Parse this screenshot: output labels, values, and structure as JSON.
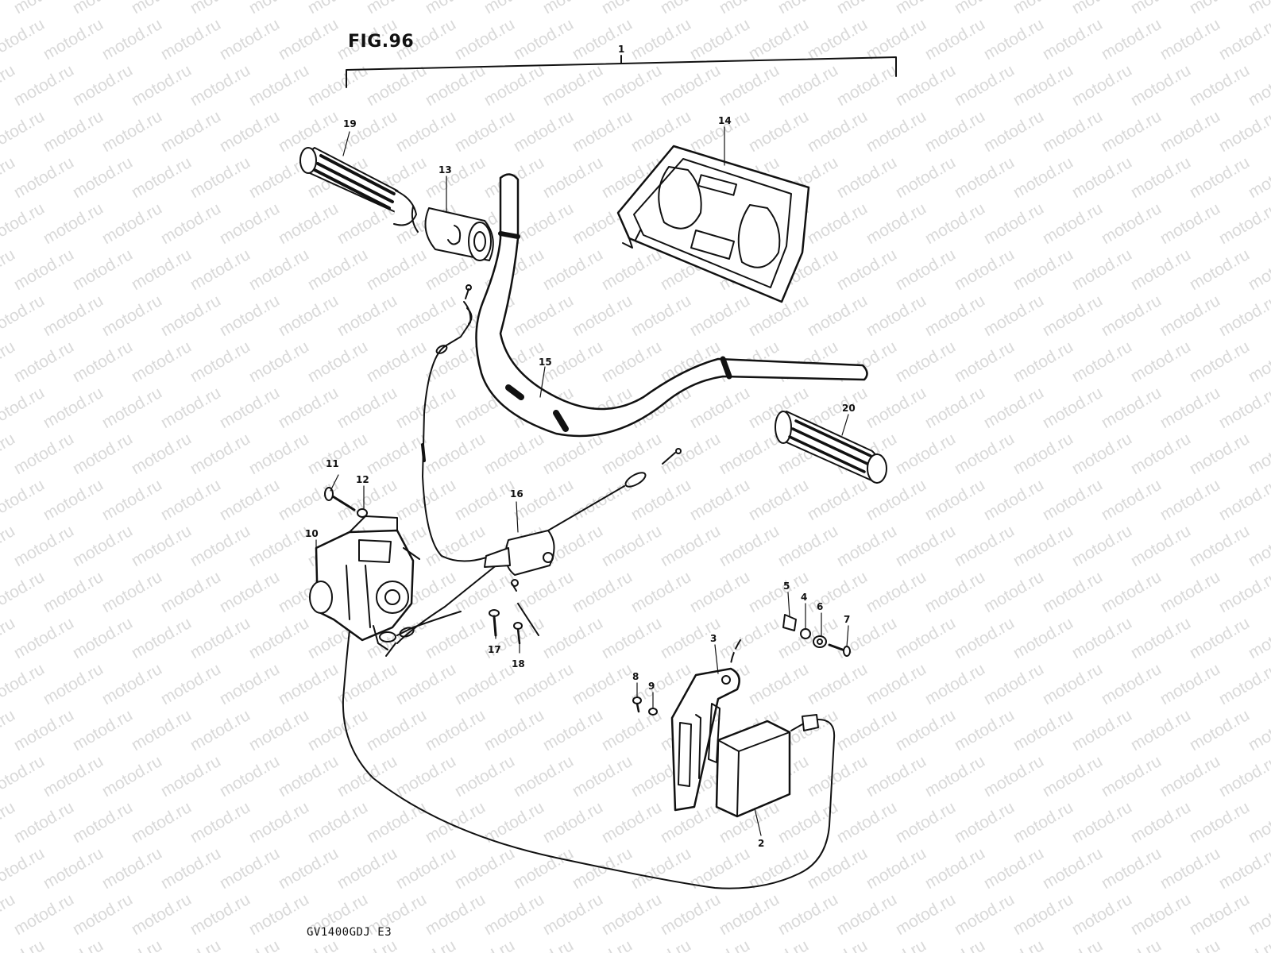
{
  "figure": {
    "title": "FIG.96",
    "model_code": "GV1400GDJ  E3",
    "watermark": "motod.ru"
  },
  "callouts": {
    "c1": "1",
    "c2": "2",
    "c3": "3",
    "c4": "4",
    "c5": "5",
    "c6": "6",
    "c7": "7",
    "c8": "8",
    "c9": "9",
    "c10": "10",
    "c11": "11",
    "c12": "12",
    "c13": "13",
    "c14": "14",
    "c15": "15",
    "c16": "16",
    "c17": "17",
    "c18": "18",
    "c19": "19",
    "c20": "20"
  },
  "colors": {
    "ink": "#111111",
    "watermark": "#d9d9d9",
    "background": "#ffffff"
  }
}
